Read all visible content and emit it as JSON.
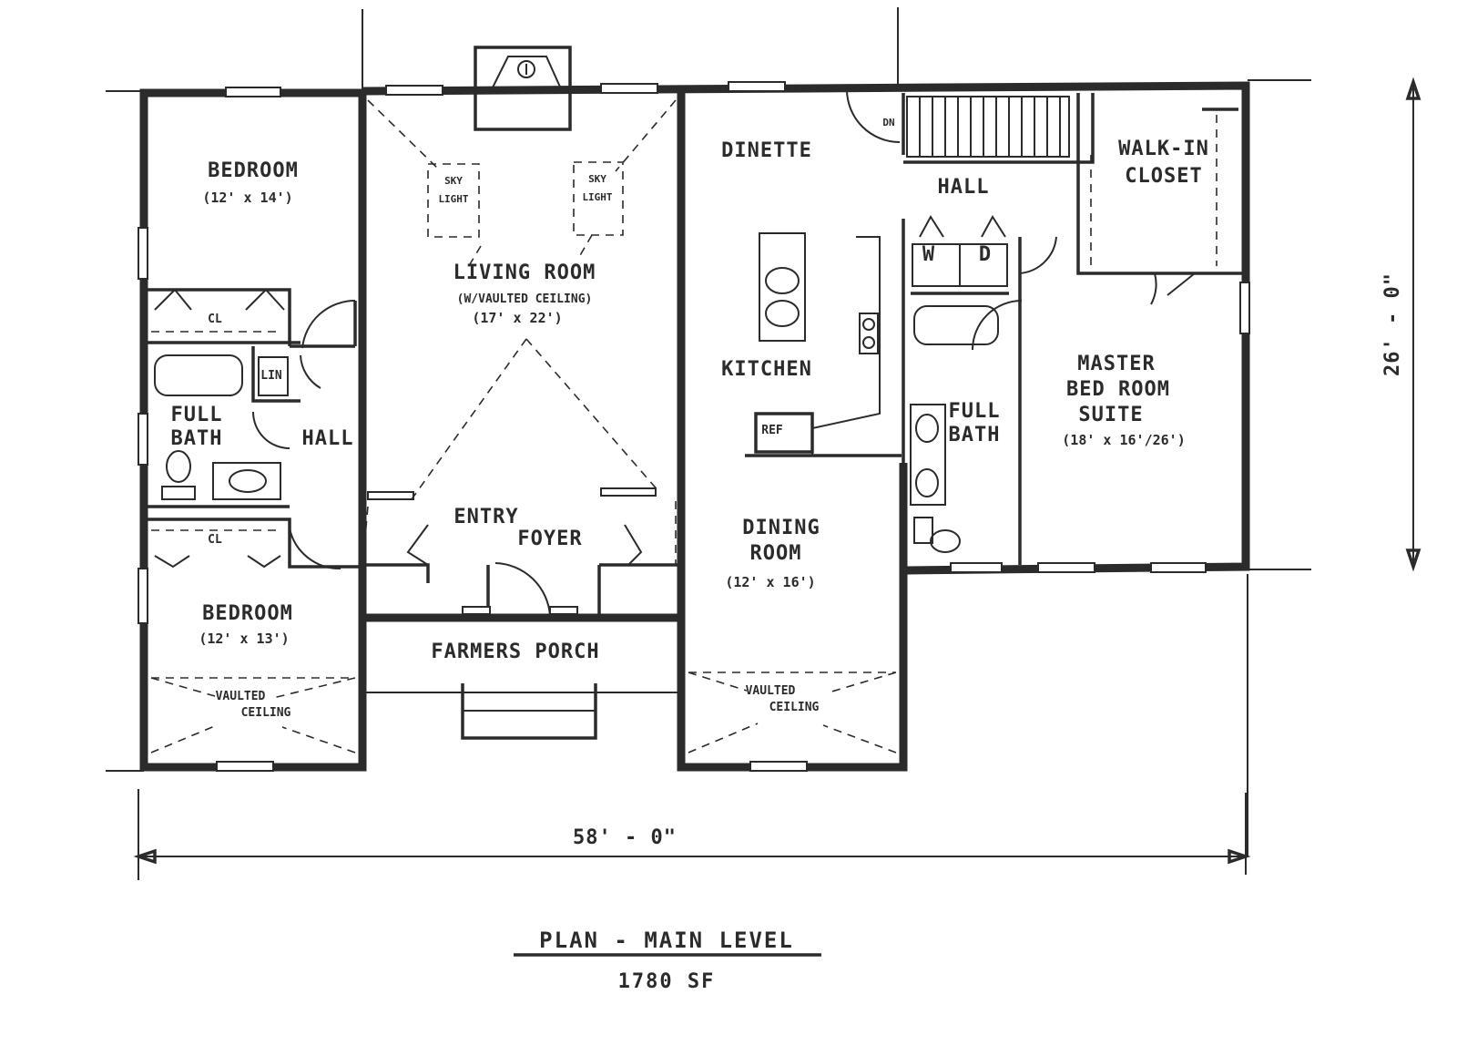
{
  "rooms": {
    "bedroom_1": {
      "name": "BEDROOM",
      "size": "(12' x 14')"
    },
    "bedroom_2": {
      "name": "BEDROOM",
      "size": "(12' x 13')"
    },
    "closet_1": "CL",
    "closet_2": "CL",
    "linen": "LIN",
    "full_bath_left": [
      "FULL",
      "BATH"
    ],
    "hall_left": "HALL",
    "living_room": {
      "name": "LIVING ROOM",
      "note": "(W/VAULTED CEILING)",
      "size": "(17' x 22')"
    },
    "skylight": [
      "SKY",
      "LIGHT"
    ],
    "entry_foyer": [
      "ENTRY",
      "FOYER"
    ],
    "farmers_porch": "FARMERS PORCH",
    "vaulted_ceiling": [
      "VAULTED",
      "CEILING"
    ],
    "dinette": "DINETTE",
    "down": "DN",
    "hall_right": "HALL",
    "washer": "W",
    "dryer": "D",
    "kitchen": "KITCHEN",
    "refrigerator": "REF",
    "dining_room": {
      "name": [
        "DINING",
        "ROOM"
      ],
      "size": "(12' x 16')"
    },
    "full_bath_right": [
      "FULL",
      "BATH"
    ],
    "walk_in_closet": [
      "WALK-IN",
      "CLOSET"
    ],
    "master_suite": {
      "name": [
        "MASTER",
        "BED ROOM",
        "SUITE"
      ],
      "size": "(18' x 16'/26')"
    }
  },
  "dimensions": {
    "width": "58' - 0\"",
    "depth": "26' - 0\""
  },
  "footer": {
    "title": "PLAN - MAIN LEVEL",
    "area": "1780 SF"
  }
}
